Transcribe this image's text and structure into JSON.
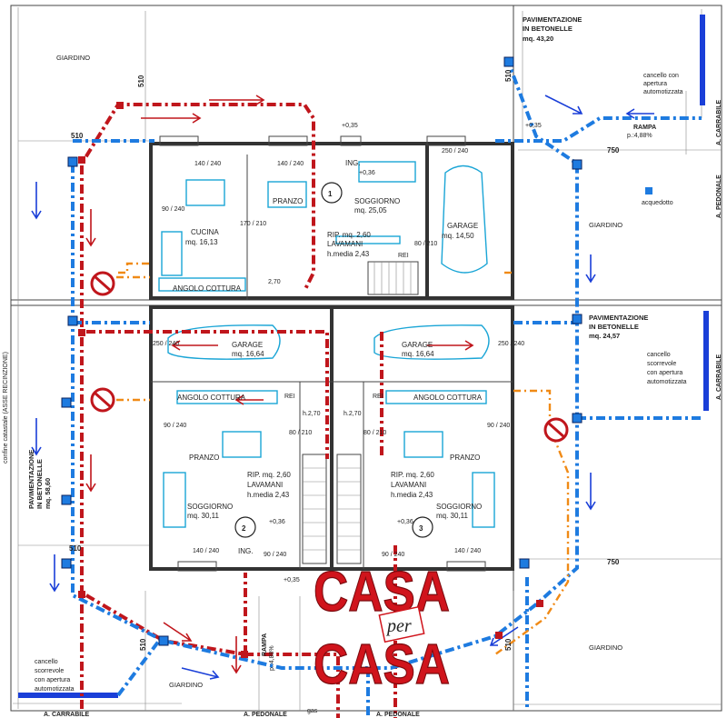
{
  "labels": {
    "giardino_tl": "GIARDINO",
    "giardino_r": "GIARDINO",
    "giardino_br": "GIARDINO",
    "giardino_bl": "GIARDINO",
    "pav_top_1": "PAVIMENTAZIONE",
    "pav_top_2": "IN BETONELLE",
    "pav_top_3": "mq. 43,20",
    "pav_right_1": "PAVIMENTAZIONE",
    "pav_right_2": "IN BETONELLE",
    "pav_right_3": "mq. 24,57",
    "pav_left_1": "PAVIMENTAZIONE",
    "pav_left_2": "IN BETONELLE",
    "pav_left_3": "mq. 58,60",
    "confine": "confine catastale (ASSE RECINZIONE)",
    "cancello_auto_tr_1": "cancello con",
    "cancello_auto_tr_2": "apertura",
    "cancello_auto_tr_3": "automotizzata",
    "cancello_r_1": "cancello",
    "cancello_r_2": "scorrevole",
    "cancello_r_3": "con apertura",
    "cancello_r_4": "automotizzata",
    "cancello_bl_1": "cancello",
    "cancello_bl_2": "scorrevole",
    "cancello_bl_3": "con apertura",
    "cancello_bl_4": "automotizzata",
    "a_carrabile_1": "A. CARRABILE",
    "a_carrabile_2": "A. CARRABILE",
    "a_carrabile_3": "A. CARRABILE",
    "a_pedonale_1": "A. PEDONALE",
    "a_pedonale_2": "A. PEDONALE",
    "a_pedonale_3": "A. PEDONALE",
    "rampa_tr_1": "RAMPA",
    "rampa_tr_2": "p.:4,88%",
    "rampa_b_1": "RAMPA",
    "rampa_b_2": "p.:4,88%",
    "acquedotto": "acquedotto",
    "gas": "gas",
    "dim_510_a": "510",
    "dim_510_b": "510",
    "dim_510_c": "510",
    "dim_510_d": "510",
    "dim_510_e": "510",
    "dim_750_a": "750",
    "dim_750_b": "750",
    "lev_035_a": "+0,35",
    "lev_035_b": "+0,35",
    "lev_035_c": "+0,35",
    "lev_036_a": "+0,36",
    "lev_036_b": "+0,36",
    "lev_036_c": "+0,36"
  },
  "unit1": {
    "num": "1",
    "cucina": "CUCINA",
    "cucina_mq": "mq. 16,13",
    "pranzo": "PRANZO",
    "soggiorno": "SOGGIORNO",
    "soggiorno_mq": "mq. 25,05",
    "garage": "GARAGE",
    "garage_mq": "mq. 14,50",
    "rip_1": "RIP. mq. 2,60",
    "rip_2": "LAVAMANI",
    "rip_3": "h.media 2,43",
    "angolo": "ANGOLO COTTURA",
    "ing": "ING.",
    "rei": "REI"
  },
  "unit2": {
    "num": "2",
    "garage": "GARAGE",
    "garage_mq": "mq. 16,64",
    "angolo": "ANGOLO COTTURA",
    "pranzo": "PRANZO",
    "soggiorno": "SOGGIORNO",
    "soggiorno_mq": "mq. 30,11",
    "rip_1": "RIP. mq. 2,60",
    "rip_2": "LAVAMANI",
    "rip_3": "h.media 2,43",
    "ing": "ING.",
    "h270": "h.2,70",
    "rei": "REI"
  },
  "unit3": {
    "num": "3",
    "garage": "GARAGE",
    "garage_mq": "mq. 16,64",
    "angolo": "ANGOLO COTTURA",
    "pranzo": "PRANZO",
    "soggiorno": "SOGGIORNO",
    "soggiorno_mq": "mq. 30,11",
    "rip_1": "RIP. mq. 2,60",
    "rip_2": "LAVAMANI",
    "rip_3": "h.media 2,43",
    "h270": "h.2,70",
    "rei": "REI"
  },
  "openings": {
    "d140_240": "140 / 240",
    "d90_240": "90 / 240",
    "d170_210": "170 / 210",
    "d80_210": "80 / 210",
    "d250_240": "250 / 240",
    "d270": "2,70"
  },
  "logo": {
    "line1": "CASA",
    "line2": "per",
    "line3": "CASA"
  },
  "colors": {
    "route_red": "#c0161c",
    "route_blue": "#1e7be0",
    "route_orange": "#f08a16",
    "furniture": "#1aa5d6"
  }
}
